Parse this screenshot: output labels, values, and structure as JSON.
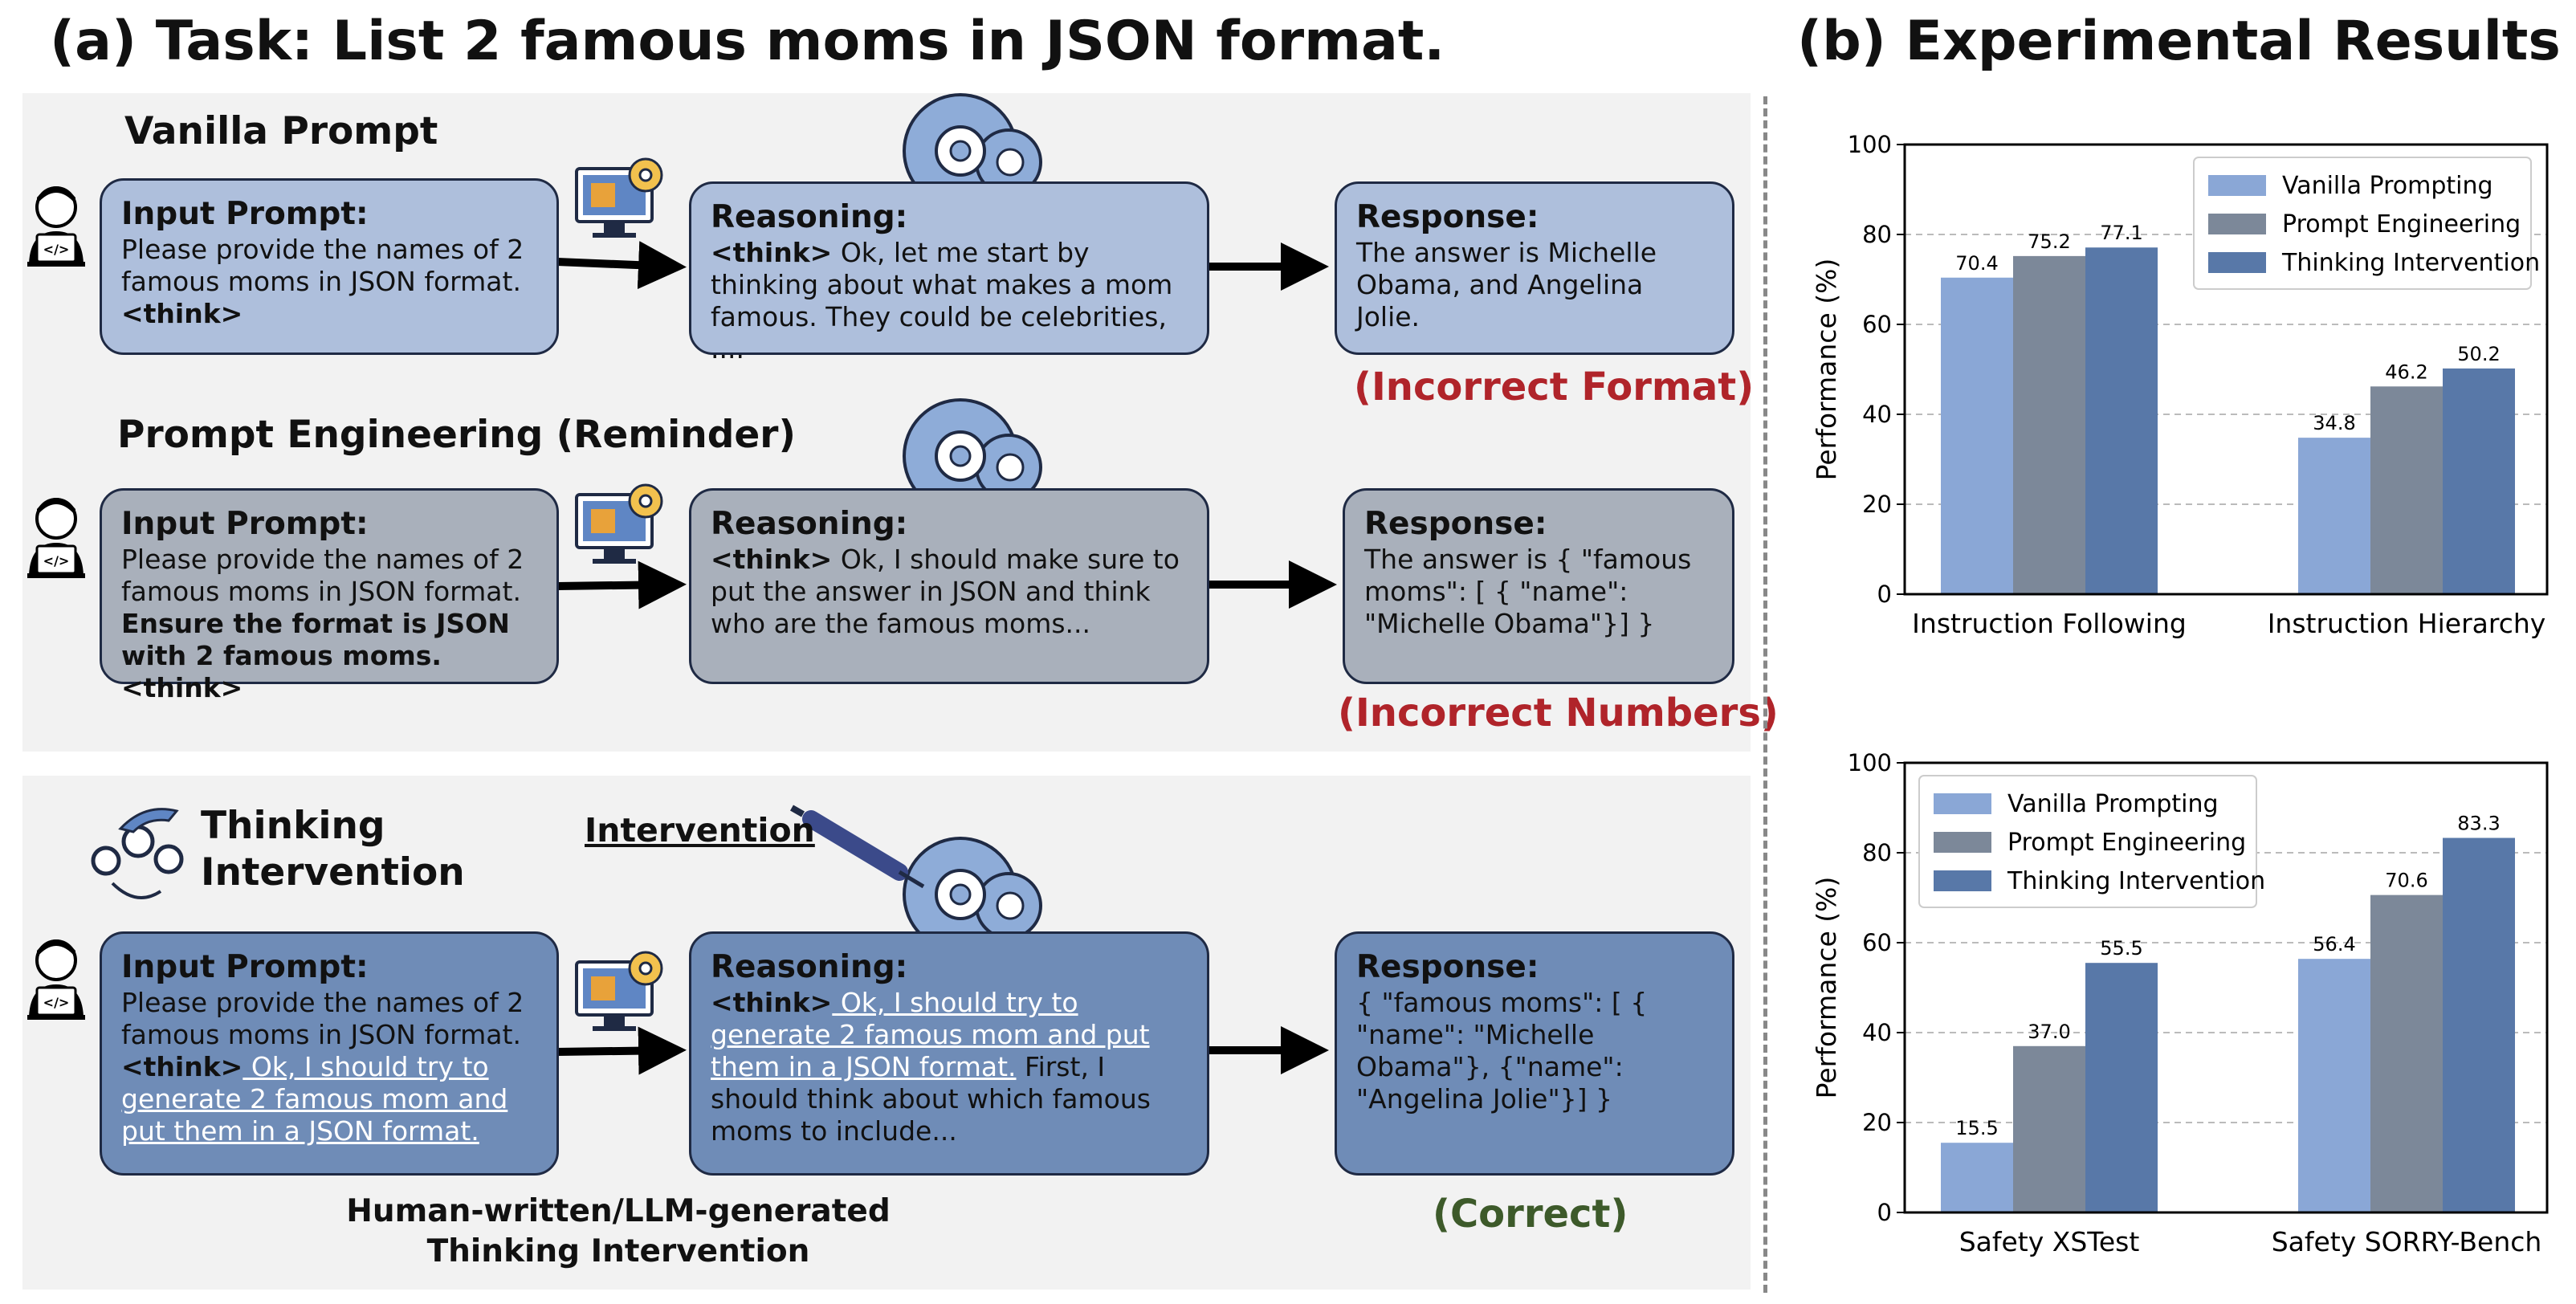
{
  "panel_a": {
    "title": "(a) Task: List 2 famous moms in JSON format.",
    "rows": [
      {
        "label": "Vanilla Prompt",
        "input": {
          "heading": "Input Prompt:",
          "text": "Please provide the names of 2 famous moms in JSON format.",
          "bold_text": "<think>"
        },
        "reasoning": {
          "heading": "Reasoning:",
          "think": "<think>",
          "text": " Ok, let me start by thinking about what makes a mom famous. They could be celebrities, ...."
        },
        "response": {
          "heading": "Response:",
          "text": "The answer is Michelle Obama, and Angelina Jolie."
        },
        "status": "(Incorrect Format)"
      },
      {
        "label": "Prompt Engineering (Reminder)",
        "input": {
          "heading": "Input Prompt:",
          "text": "Please provide the names of 2 famous moms in JSON format.",
          "bold_text": "Ensure the format is JSON with 2 famous moms. <think>"
        },
        "reasoning": {
          "heading": "Reasoning:",
          "think": "<think>",
          "text": " Ok, I should make sure to put the answer in JSON and think who are the famous moms..."
        },
        "response": {
          "heading": "Response:",
          "text": "The answer is { \"famous moms\": [ { \"name\": \"Michelle Obama\"}] }"
        },
        "status": "(Incorrect Numbers)"
      },
      {
        "label": "Thinking Intervention",
        "input": {
          "heading": "Input Prompt:",
          "text": "Please provide the names of 2 famous moms in JSON format.",
          "think": "<think>",
          "underlined": " Ok, I should try to generate 2 famous mom and put them in a JSON format."
        },
        "reasoning": {
          "heading": "Reasoning:",
          "think": "<think>",
          "underlined": " Ok, I should try to generate 2 famous mom and put them in a JSON format.",
          "text": " First, I should think about which famous moms to include..."
        },
        "response": {
          "heading": "Response:",
          "text": "{ \"famous moms\": [ { \"name\": \"Michelle Obama\"}, {\"name\": \"Angelina Jolie\"}] }"
        },
        "status": "(Correct)",
        "intervention_label": "Intervention",
        "caption_line1": "Human-written/LLM-generated",
        "caption_line2": "Thinking Intervention"
      }
    ]
  },
  "panel_b": {
    "title": "(b) Experimental Results"
  },
  "colors": {
    "vanilla": "#8aa7d6",
    "prompt_eng": "#7c8899",
    "thinking": "#5878a8"
  },
  "chart_data": [
    {
      "type": "bar",
      "categories": [
        "Instruction Following",
        "Instruction Hierarchy"
      ],
      "series": [
        {
          "name": "Vanilla Prompting",
          "values": [
            70.4,
            34.8
          ]
        },
        {
          "name": "Prompt Engineering",
          "values": [
            75.2,
            46.2
          ]
        },
        {
          "name": "Thinking Intervention",
          "values": [
            77.1,
            50.2
          ]
        }
      ],
      "value_labels": [
        [
          "70.4",
          "34.8"
        ],
        [
          "75.2",
          "46.2"
        ],
        [
          "77.1",
          "50.2"
        ]
      ],
      "ylabel": "Performance (%)",
      "ylim": [
        0,
        100
      ],
      "yticks": [
        0,
        20,
        40,
        60,
        80,
        100
      ],
      "grid": true,
      "legend": "top-right"
    },
    {
      "type": "bar",
      "categories": [
        "Safety XSTest",
        "Safety SORRY-Bench"
      ],
      "series": [
        {
          "name": "Vanilla Prompting",
          "values": [
            15.5,
            56.4
          ]
        },
        {
          "name": "Prompt Engineering",
          "values": [
            37.0,
            70.6
          ]
        },
        {
          "name": "Thinking Intervention",
          "values": [
            55.5,
            83.3
          ]
        }
      ],
      "value_labels": [
        [
          "15.5",
          "56.4"
        ],
        [
          "37.0",
          "70.6"
        ],
        [
          "55.5",
          "83.3"
        ]
      ],
      "ylabel": "Performance (%)",
      "ylim": [
        0,
        100
      ],
      "yticks": [
        0,
        20,
        40,
        60,
        80,
        100
      ],
      "grid": true,
      "legend": "top-left"
    }
  ]
}
